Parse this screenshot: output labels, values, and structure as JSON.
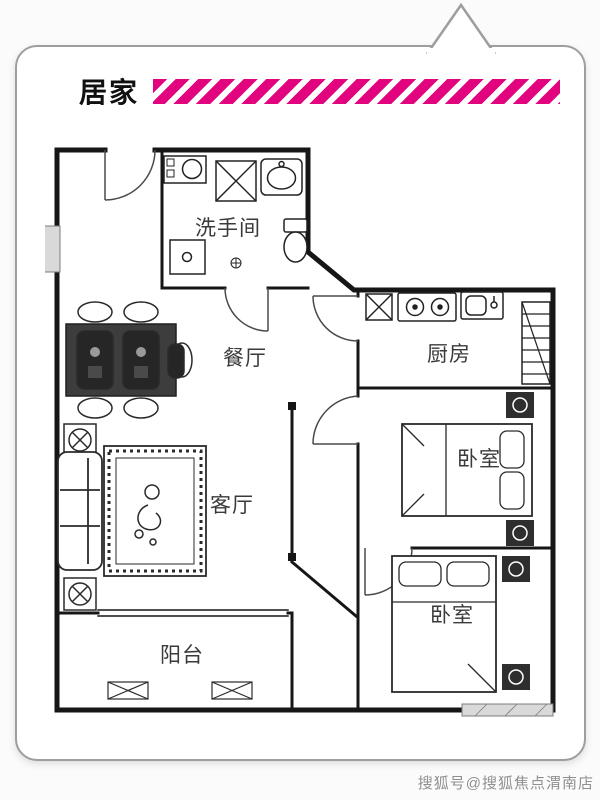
{
  "header": {
    "title": "居家"
  },
  "rooms": {
    "bathroom": "洗手间",
    "dining": "餐厅",
    "kitchen": "厨房",
    "bedroom_top": "卧室",
    "living": "客厅",
    "bedroom_bottom": "卧室",
    "balcony": "阳台"
  },
  "watermark": {
    "text": "搜狐号@搜狐焦点渭南店"
  },
  "colors": {
    "accent": "#e2047e",
    "wall": "#161616",
    "furniture_dark": "#2e2e2e",
    "pillar_gray": "#d9d9d9",
    "label": "#3a3a3a",
    "watermark": "#8f8f8f"
  }
}
